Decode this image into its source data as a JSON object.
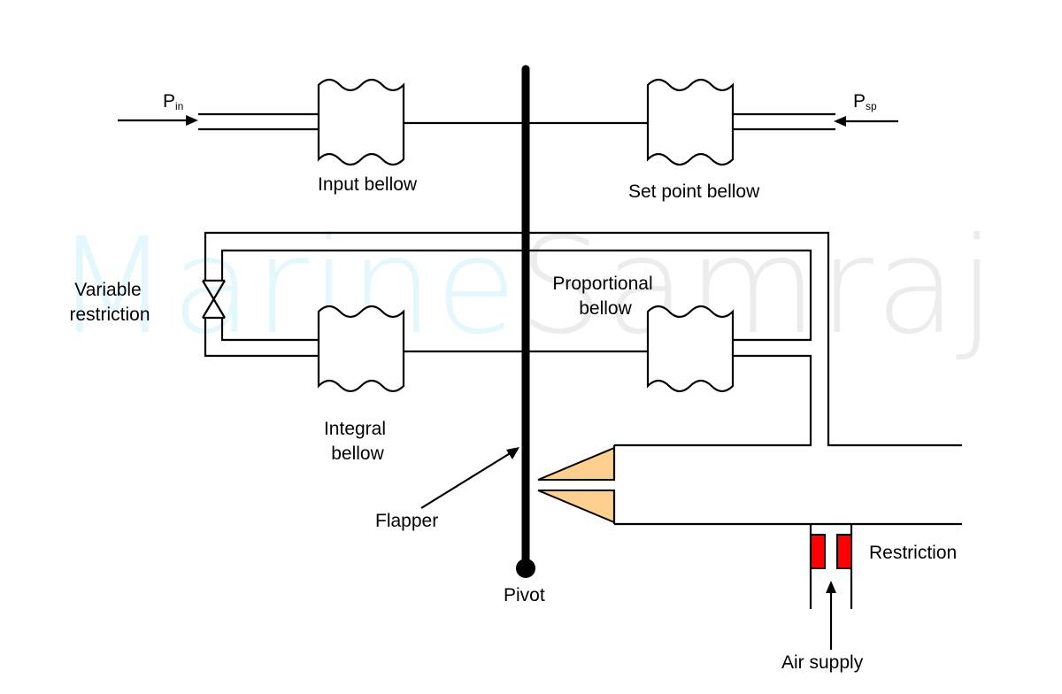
{
  "watermark": {
    "text_part1": "Marine",
    "text_part2": "Samraj",
    "color_part1": "#e3f7fd",
    "color_part2": "#ececec"
  },
  "labels": {
    "p_in_main": "P",
    "p_in_sub": "in",
    "p_sp_main": "P",
    "p_sp_sub": "sp",
    "input_bellow": "Input bellow",
    "set_point_bellow": "Set point bellow",
    "variable_restriction_line1": "Variable",
    "variable_restriction_line2": "restriction",
    "proportional_bellow_line1": "Proportional",
    "proportional_bellow_line2": "bellow",
    "integral_bellow_line1": "Integral",
    "integral_bellow_line2": "bellow",
    "flapper": "Flapper",
    "pivot": "Pivot",
    "restriction": "Restriction",
    "air_supply": "Air supply"
  },
  "colors": {
    "line": "#000000",
    "nozzle_fill": "#fdd08f",
    "restriction_fill": "#ff0000",
    "background": "#ffffff"
  }
}
